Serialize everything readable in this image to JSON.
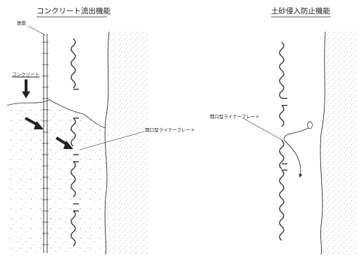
{
  "left_panel": {
    "title": "コンクリート流出機能",
    "rebar_label": "鉄筋",
    "concrete_label": "コンクリート",
    "plate_label": "開口型ライナープレート"
  },
  "right_panel": {
    "title": "土砂侵入防止機能",
    "plate_label": "開口型ライナープレート"
  },
  "colors": {
    "line": "#333333",
    "concrete_speckle": "#555555",
    "soil_speckle": "#7a7a7a"
  }
}
